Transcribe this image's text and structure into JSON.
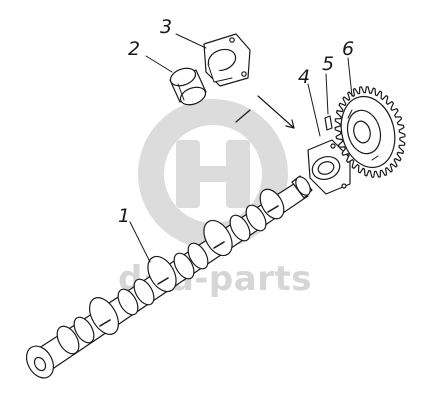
{
  "callouts": [
    {
      "id": "1",
      "text": "1"
    },
    {
      "id": "2",
      "text": "2"
    },
    {
      "id": "3",
      "text": "3"
    },
    {
      "id": "4",
      "text": "4"
    },
    {
      "id": "5",
      "text": "5"
    },
    {
      "id": "6",
      "text": "6"
    }
  ],
  "watermark": {
    "text": "d·-a-parts",
    "color": "#d6d6d6"
  },
  "colors": {
    "line": "#1a1a1a",
    "watermark": "#d6d6d6"
  }
}
